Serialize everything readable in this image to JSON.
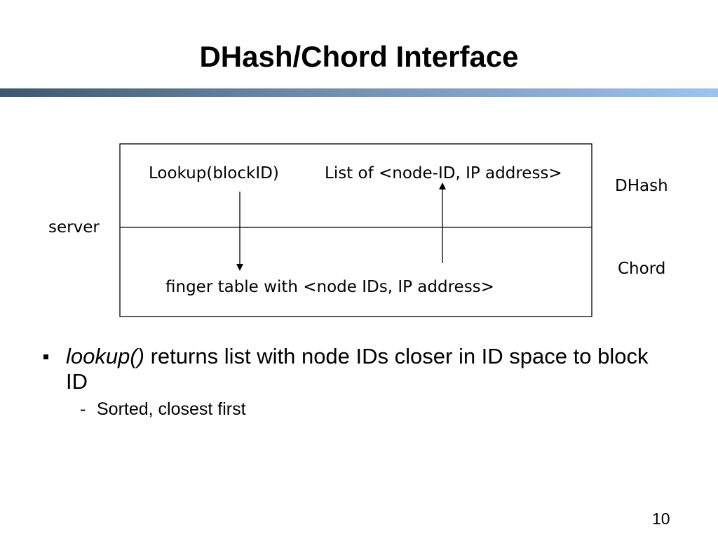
{
  "slide": {
    "title": "DHash/Chord Interface",
    "page_number": "10",
    "accent_bar_colors": [
      "#3d5770",
      "#9bc4ef"
    ]
  },
  "diagram": {
    "lookup_call": "Lookup(blockID)",
    "lookup_result": "List of <node-ID, IP address>",
    "finger_table": "finger table with <node IDs, IP address>",
    "side_label_left": "server",
    "layer_top": "DHash",
    "layer_bottom": "Chord"
  },
  "bullets": [
    {
      "marker": "square",
      "italic_part": "lookup()",
      "text": " returns list with node IDs closer in ID space to block ID",
      "sub": [
        {
          "marker": "-",
          "text": "Sorted, closest first"
        }
      ]
    }
  ]
}
